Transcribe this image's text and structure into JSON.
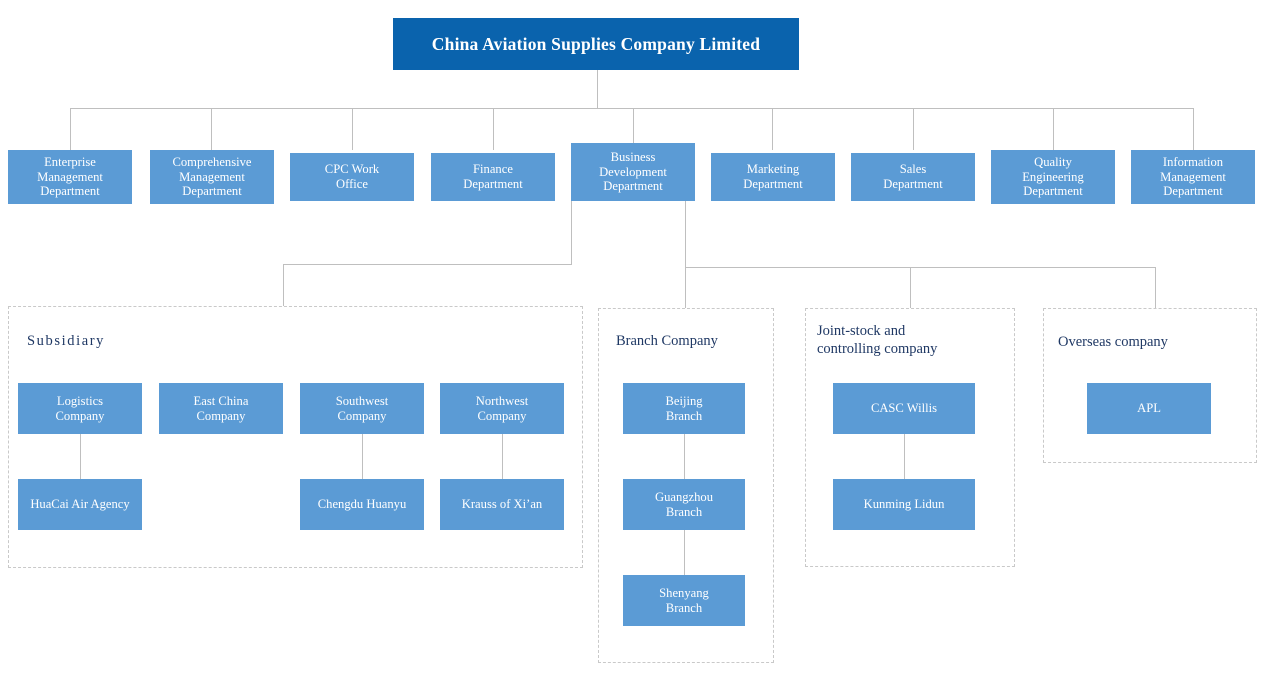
{
  "chart_title": "China Aviation Supplies Company Limited",
  "root": {
    "label": "China Aviation Supplies Company Limited",
    "color": "#0a63ad"
  },
  "colors": {
    "root_fill": "#0a63ad",
    "box_fill": "#5b9bd5",
    "box_text": "#ffffff",
    "group_border": "#c9c9c9",
    "group_title_text": "#1f3864",
    "connector": "#bfbfbf",
    "background": "#ffffff"
  },
  "departments": [
    {
      "label": "Enterprise\nManagement\nDepartment"
    },
    {
      "label": "Comprehensive\nManagement\nDepartment"
    },
    {
      "label": "CPC Work\nOffice"
    },
    {
      "label": "Finance\nDepartment"
    },
    {
      "label": "Business\nDevelopment\nDepartment"
    },
    {
      "label": "Marketing\nDepartment"
    },
    {
      "label": "Sales\nDepartment"
    },
    {
      "label": "Quality\nEngineering\nDepartment"
    },
    {
      "label": "Information\nManagement\nDepartment"
    }
  ],
  "groups": [
    {
      "id": "subsidiary",
      "title": "Subsidiary",
      "children": [
        {
          "label": "Logistics\nCompany",
          "sub": "HuaCai Air Agency"
        },
        {
          "label": "East China\nCompany",
          "sub": null
        },
        {
          "label": "Southwest\nCompany",
          "sub": "Chengdu Huanyu"
        },
        {
          "label": "Northwest\nCompany",
          "sub": "Krauss of Xi’an"
        }
      ]
    },
    {
      "id": "branch",
      "title": "Branch Company",
      "children": [
        {
          "label": "Beijing\nBranch"
        },
        {
          "label": "Guangzhou\nBranch"
        },
        {
          "label": "Shenyang\nBranch"
        }
      ]
    },
    {
      "id": "joint",
      "title": "Joint-stock and\ncontrolling company",
      "children": [
        {
          "label": "CASC Willis"
        },
        {
          "label": "Kunming Lidun"
        }
      ]
    },
    {
      "id": "overseas",
      "title": "Overseas company",
      "children": [
        {
          "label": "APL"
        }
      ]
    }
  ]
}
